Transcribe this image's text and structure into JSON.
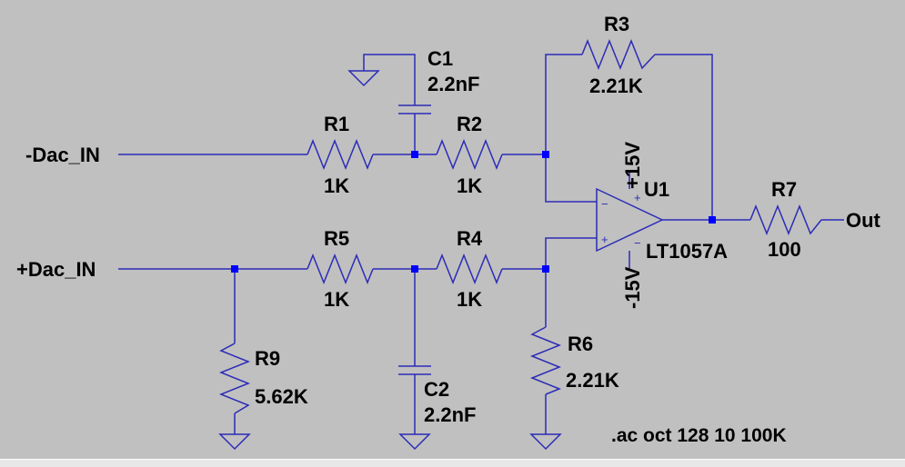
{
  "nets": {
    "in_neg": "-Dac_IN",
    "in_pos": "+Dac_IN",
    "out": "Out"
  },
  "components": {
    "R1": {
      "name": "R1",
      "value": "1K"
    },
    "R2": {
      "name": "R2",
      "value": "1K"
    },
    "R3": {
      "name": "R3",
      "value": "2.21K"
    },
    "R4": {
      "name": "R4",
      "value": "1K"
    },
    "R5": {
      "name": "R5",
      "value": "1K"
    },
    "R6": {
      "name": "R6",
      "value": "2.21K"
    },
    "R7": {
      "name": "R7",
      "value": "100"
    },
    "R9": {
      "name": "R9",
      "value": "5.62K"
    },
    "C1": {
      "name": "C1",
      "value": "2.2nF"
    },
    "C2": {
      "name": "C2",
      "value": "2.2nF"
    },
    "U1": {
      "name": "U1",
      "value": "LT1057A",
      "vpos": "+15V",
      "vneg": "-15V"
    }
  },
  "directive": ".ac oct 128 10 100K",
  "colors": {
    "background": "#c0c0c0",
    "wire": "#2b2bb8",
    "junction": "#0000ff"
  }
}
